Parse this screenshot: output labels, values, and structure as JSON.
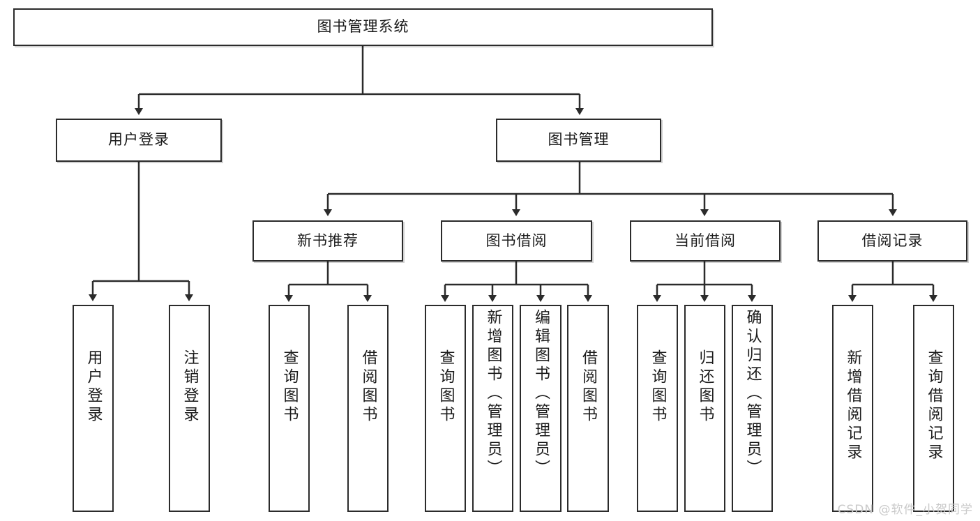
{
  "diagram": {
    "type": "tree",
    "title": "图书管理系统",
    "root": {
      "label": "图书管理系统"
    },
    "level2": [
      {
        "label": "用户登录"
      },
      {
        "label": "图书管理"
      }
    ],
    "level3": [
      {
        "label": "新书推荐"
      },
      {
        "label": "图书借阅"
      },
      {
        "label": "当前借阅"
      },
      {
        "label": "借阅记录"
      }
    ],
    "leaves": {
      "user_login": [
        {
          "label": "用户登录"
        },
        {
          "label": "注销登录"
        }
      ],
      "new_book_recommend": [
        {
          "label": "查询图书"
        },
        {
          "label": "借阅图书"
        }
      ],
      "book_borrow": [
        {
          "label": "查询图书"
        },
        {
          "label": "新增图书（管理员）"
        },
        {
          "label": "编辑图书（管理员）"
        },
        {
          "label": "借阅图书"
        }
      ],
      "current_borrow": [
        {
          "label": "查询图书"
        },
        {
          "label": "归还图书"
        },
        {
          "label": "确认归还（管理员）"
        }
      ],
      "borrow_record": [
        {
          "label": "新增借阅记录"
        },
        {
          "label": "查询借阅记录"
        }
      ]
    }
  },
  "watermark": {
    "text": "CSDN @软件_小贺同学"
  },
  "colors": {
    "border": "#2b2b2b",
    "text": "#1b1b1b",
    "background": "#ffffff",
    "watermark": "#c9c9c9"
  }
}
